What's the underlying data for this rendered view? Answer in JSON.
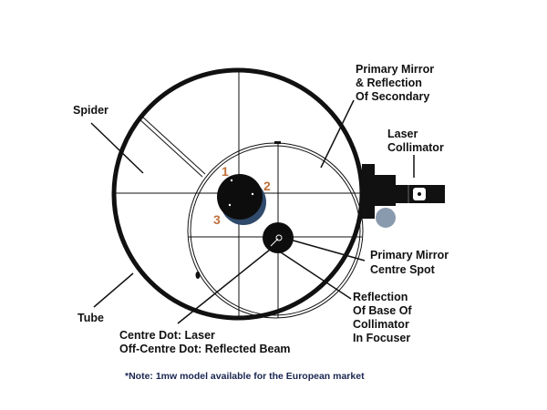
{
  "labels": {
    "primary_mirror": [
      "Primary Mirror",
      "& Reflection",
      "Of Secondary"
    ],
    "laser_collimator": [
      "Laser",
      "Collimator"
    ],
    "spider": "Spider",
    "tube": "Tube",
    "centre_spot": [
      "Primary Mirror",
      "Centre Spot"
    ],
    "reflection_base": [
      "Reflection",
      "Of Base Of",
      "Collimator",
      "In Focuser"
    ],
    "centre_dot": [
      "Centre Dot: Laser",
      "Off-Centre Dot: Reflected Beam"
    ],
    "screws": [
      "1",
      "2",
      "3"
    ]
  },
  "note": "*Note:  1mw model available for the European market",
  "colors": {
    "tube": "#111111",
    "secondary_shadow": "#2f4a6a",
    "screw_numbers": "#c0703a",
    "knob": "#8a9aae",
    "note": "#1a2550"
  }
}
